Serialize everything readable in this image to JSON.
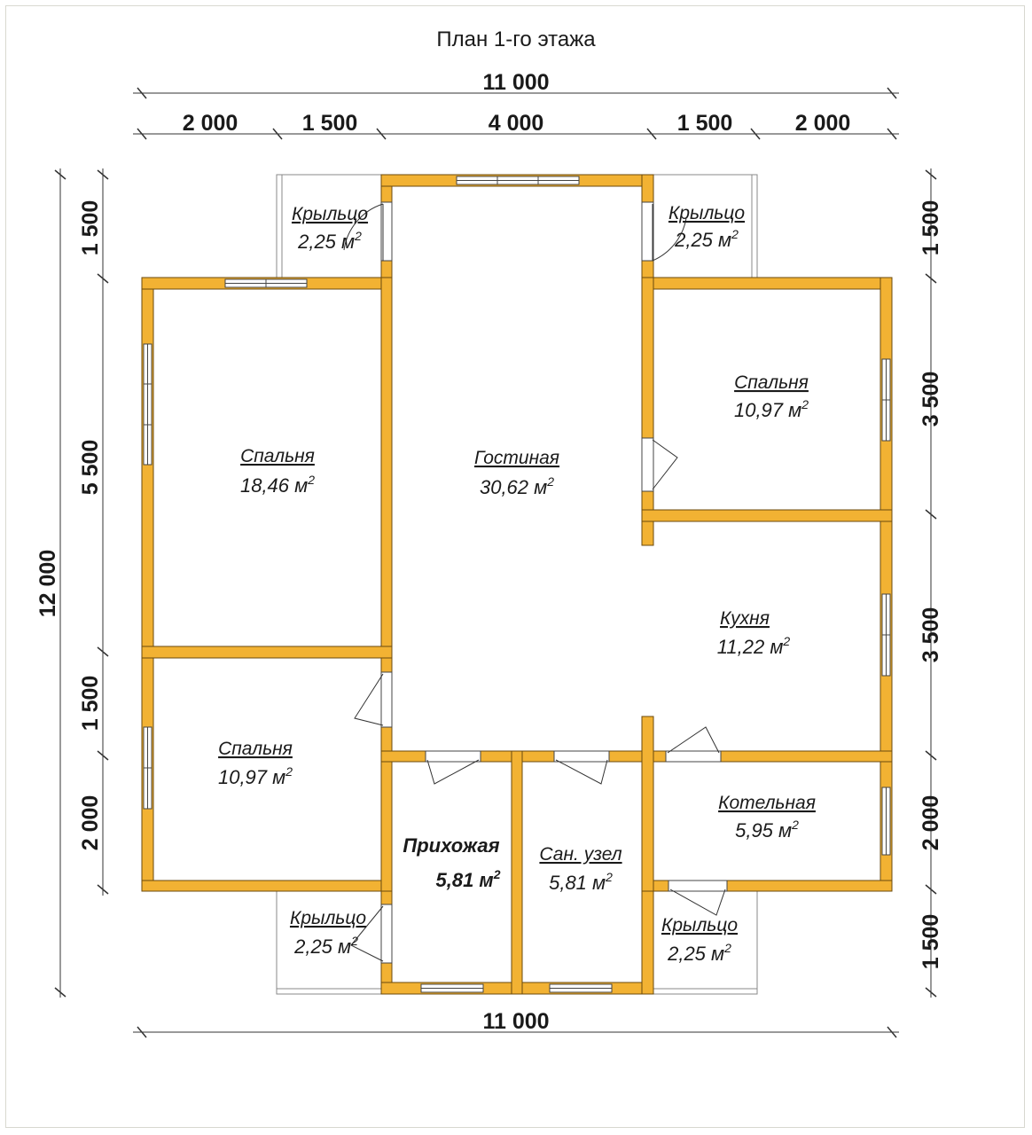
{
  "title": "План 1-го этажа",
  "dimensions": {
    "top_total": "11 000",
    "top_segments": [
      "2 000",
      "1 500",
      "4 000",
      "1 500",
      "2 000"
    ],
    "bottom_total": "11 000",
    "left_total": "12 000",
    "left_segments": [
      "1 500",
      "5 500",
      "1 500",
      "2 000"
    ],
    "right_segments": [
      "1 500",
      "3 500",
      "3 500",
      "2 000",
      "1 500"
    ]
  },
  "rooms": [
    {
      "name": "Спальня",
      "area": "18,46 м",
      "sup": "2"
    },
    {
      "name": "Гостиная",
      "area": "30,62 м",
      "sup": "2"
    },
    {
      "name": "Спальня",
      "area": "10,97 м",
      "sup": "2"
    },
    {
      "name": "Кухня",
      "area": "11,22 м",
      "sup": "2"
    },
    {
      "name": "Спальня",
      "area": "10,97 м",
      "sup": "2"
    },
    {
      "name": "Прихожая",
      "area": "5,81 м",
      "sup": "2"
    },
    {
      "name": "Сан. узел",
      "area": "5,81 м",
      "sup": "2"
    },
    {
      "name": "Котельная",
      "area": "5,95 м",
      "sup": "2"
    }
  ],
  "porches": [
    {
      "name": "Крыльцо",
      "area": "2,25 м",
      "sup": "2"
    },
    {
      "name": "Крыльцо",
      "area": "2,25 м",
      "sup": "2"
    },
    {
      "name": "Крыльцо",
      "area": "2,25 м",
      "sup": "2"
    },
    {
      "name": "Крыльцо",
      "area": "2,25 м",
      "sup": "2"
    }
  ],
  "colors": {
    "wall": "#f2b233",
    "wall_outline": "#6b4a0c",
    "background": "#ffffff"
  }
}
